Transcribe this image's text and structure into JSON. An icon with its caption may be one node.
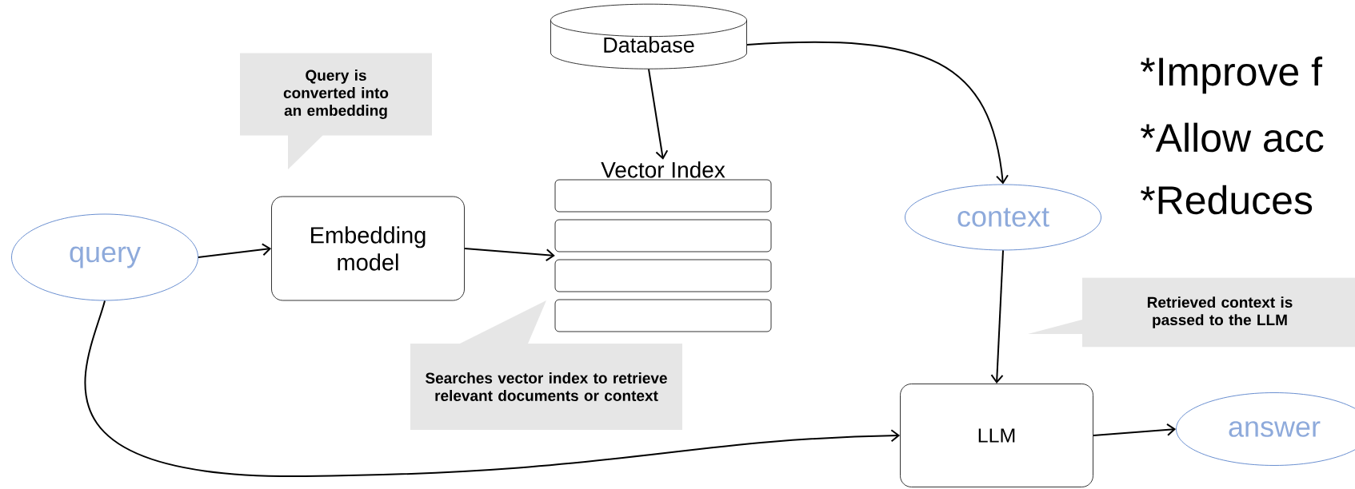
{
  "diagram": {
    "nodes": [
      {
        "text": [
          "Database"
        ]
      },
      {
        "text": [
          "Query is converted into an embedding"
        ]
      },
      {
        "text": [
          "Vector Index"
        ]
      },
      {
        "text": [
          "query"
        ]
      },
      {
        "text": [
          "Embedding model"
        ]
      },
      {
        "text": [
          "context"
        ]
      },
      {
        "text": [
          "Searches vector index to retrieve relevant documents or context"
        ]
      },
      {
        "text": [
          "Retrieved context is passed to the LLM"
        ]
      },
      {
        "text": [
          "LLM"
        ]
      },
      {
        "text": [
          "answer"
        ]
      }
    ],
    "edges": [
      {
        "from": 3,
        "to": 4,
        "arrow": "to"
      },
      {
        "from": 4,
        "to": 2,
        "arrow": "to"
      },
      {
        "from": 0,
        "to": 2,
        "arrow": "to"
      },
      {
        "from": 0,
        "to": 5,
        "arrow": "to"
      },
      {
        "from": 5,
        "to": 8,
        "arrow": "to"
      },
      {
        "from": 3,
        "to": 8,
        "arrow": "to"
      },
      {
        "from": 8,
        "to": 9,
        "arrow": "to"
      }
    ],
    "labels": [
      "*Improve f",
      "*Allow acc",
      "*Reduces"
    ]
  }
}
